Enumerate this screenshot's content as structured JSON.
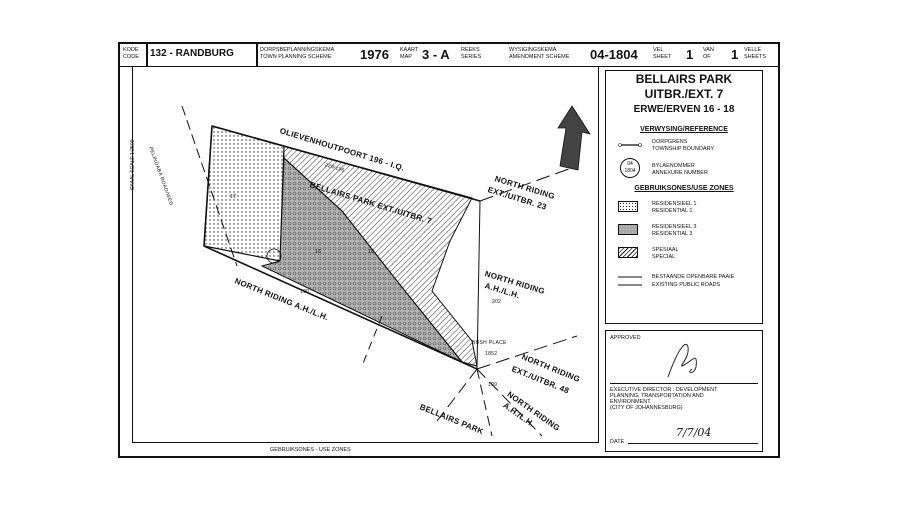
{
  "header": {
    "kode_label": "KODE",
    "code_label": "CODE",
    "code_value": "132 - RANDBURG",
    "scheme_af": "DORPSBEPLANNINGSKEMA",
    "scheme_en": "TOWN PLANNING SCHEME",
    "scheme_year": "1976",
    "kaart_label": "KAART",
    "map_label": "MAP",
    "map_value": "3 - A",
    "reeks_label": "REEKS",
    "series_label": "SERIES",
    "amend_af": "WYSIGINGSKEMA",
    "amend_en": "AMENDMENT SCHEME",
    "amend_value": "04-1804",
    "vel_label": "VEL",
    "sheet_label": "SHEET",
    "sheet_value": "1",
    "van_label": "VAN",
    "of_label": "OF",
    "sheets_value": "1",
    "velle_label": "VELLE",
    "sheets_label": "SHEETS"
  },
  "scale_label": "SKAAL   SCALE   1:2500",
  "footer_label": "GEBRUIKSONES - USE ZONES",
  "legend": {
    "title_1": "BELLAIRS PARK",
    "title_2": "UITBR./EXT. 7",
    "title_3": "ERWE/ERVEN 16 - 18",
    "reference_heading": "VERWYSING/REFERENCE",
    "boundary_af": "DORPGRENS",
    "boundary_en": "TOWNSHIP BOUNDARY",
    "annex_symbol_top": "04",
    "annex_symbol_bottom": "1804",
    "annex_af": "BYLAENOMMER",
    "annex_en": "ANNEXURE NUMBER",
    "zones_heading": "GEBRUIKSONES/USE ZONES",
    "res1_af": "RESIDENSIEEL 1",
    "res1_en": "RESIDENTIAL  1",
    "res3_af": "RESIDENSIEEL 3",
    "res3_en": "RESIDENTIAL  3",
    "special_af": "SPESIAAL",
    "special_en": "SPECIAL",
    "roads_af": "BESTAANDE OPENBARE PAAIE",
    "roads_en": "EXISTING PUBLIC ROADS"
  },
  "approval": {
    "approved_label": "APPROVED",
    "director_1": "EXECUTIVE DIRECTOR : DEVELOPMENT",
    "director_2": "PLANNING, TRANSPORTATION AND",
    "director_3": "ENVIRONMENT",
    "director_4": "(CITY OF JOHANNESBURG)",
    "date_label": "DATE",
    "date_value": "7/7/04"
  },
  "map_labels": {
    "olievenhoutpoort": "OLIEVENHOUTPOORT  196 - I.Q.",
    "farm_ref": "229/196",
    "bellairs_ext7": "BELLAIRS PARK EXT./UITBR. 7",
    "north_riding_ext23_1": "NORTH RIDING",
    "north_riding_ext23_2": "EXT./UITBR. 23",
    "north_riding_ah_1": "NORTH RIDING",
    "north_riding_ah_2": "A.H./L.H.",
    "plot_202": "202",
    "north_riding_ah_long": "NORTH RIDING A.H./L.H.",
    "plot_190": "190",
    "pelindaba": "PELINDABA ROAD/WEG",
    "north_riding_ext48_1": "NORTH RIDING",
    "north_riding_ext48_2": "EXT./UITBR. 48",
    "plot_1852": "1852",
    "plot_199": "199",
    "north_riding_ah2_1": "NORTH RIDING",
    "north_riding_ah2_2": "A.H./L.H.",
    "bellairs_park": "BELLAIRS PARK",
    "bush_place": "BUSH PLACE",
    "erf_17": "17",
    "erf_16": "16",
    "erf_18": "18"
  }
}
